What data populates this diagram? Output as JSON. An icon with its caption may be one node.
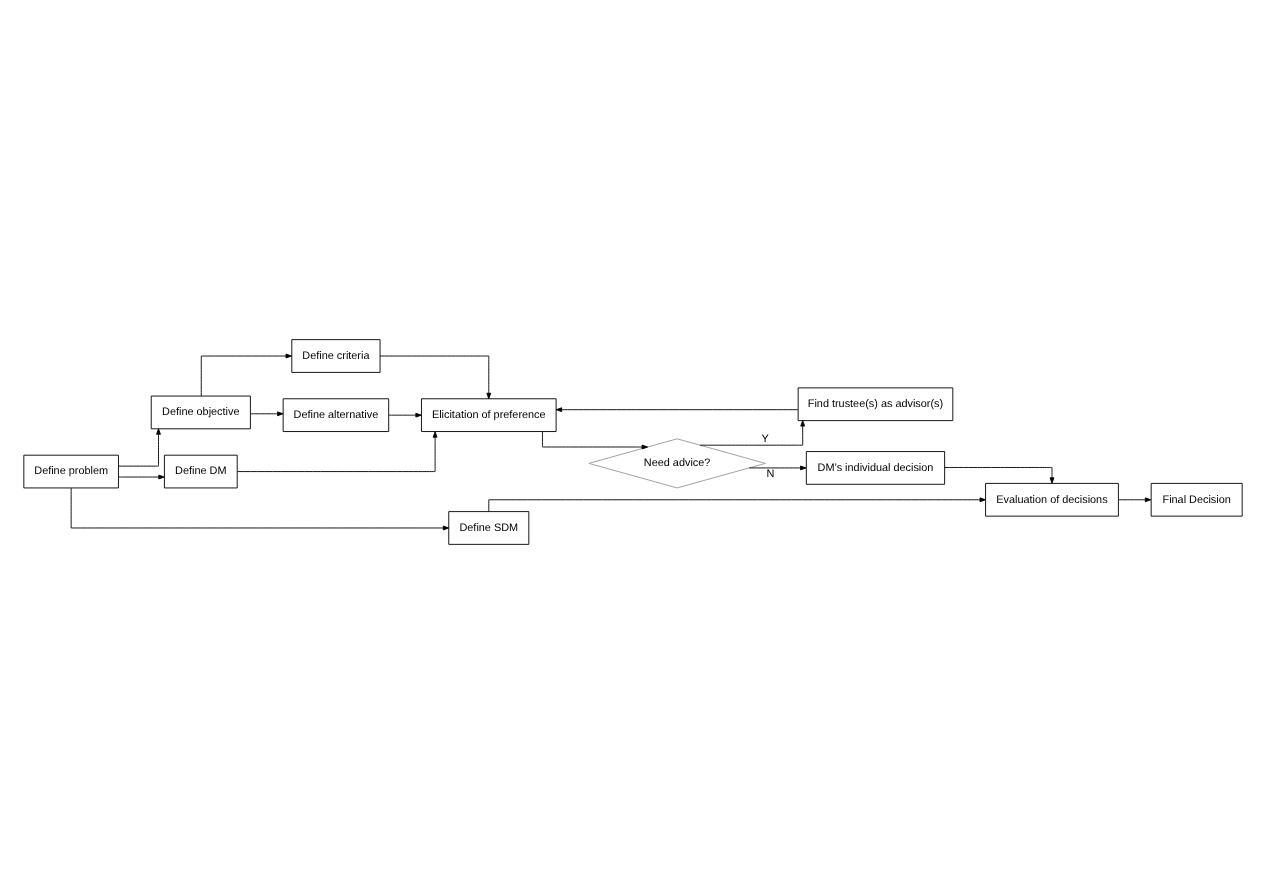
{
  "diagram": {
    "nodes": [
      {
        "text": [
          "Define problem"
        ]
      },
      {
        "text": [
          "Define objective"
        ]
      },
      {
        "text": [
          "Define criteria"
        ]
      },
      {
        "text": [
          "Define alternative"
        ]
      },
      {
        "text": [
          "Define DM"
        ]
      },
      {
        "text": [
          "Define SDM"
        ]
      },
      {
        "text": [
          "Elicitation of preference"
        ]
      },
      {
        "text": [
          "Need advice?"
        ]
      },
      {
        "text": [
          "Find trustee(s) as advisor(s)"
        ]
      },
      {
        "text": [
          "DM’s individual decision"
        ]
      },
      {
        "text": [
          "Evaluation of decisions"
        ]
      },
      {
        "text": [
          "Final Decision"
        ]
      }
    ],
    "edges": [
      {
        "from": 0,
        "to": 1,
        "arrow": "to"
      },
      {
        "from": 0,
        "to": 4,
        "arrow": "to"
      },
      {
        "from": 0,
        "to": 5,
        "arrow": "to"
      },
      {
        "from": 1,
        "to": 2,
        "arrow": "to"
      },
      {
        "from": 1,
        "to": 3,
        "arrow": "to"
      },
      {
        "from": 2,
        "to": 6,
        "arrow": "to"
      },
      {
        "from": 3,
        "to": 6,
        "arrow": "to"
      },
      {
        "from": 4,
        "to": 6,
        "arrow": "to"
      },
      {
        "from": 6,
        "to": 7,
        "arrow": "to"
      },
      {
        "from": 7,
        "to": 8,
        "label": "Y",
        "arrow": "to"
      },
      {
        "from": 8,
        "to": 6,
        "arrow": "to"
      },
      {
        "from": 7,
        "to": 9,
        "label": "N",
        "arrow": "to"
      },
      {
        "from": 9,
        "to": 10,
        "arrow": "to"
      },
      {
        "from": 5,
        "to": 10,
        "arrow": "to"
      },
      {
        "from": 10,
        "to": 11,
        "arrow": "to"
      }
    ]
  }
}
